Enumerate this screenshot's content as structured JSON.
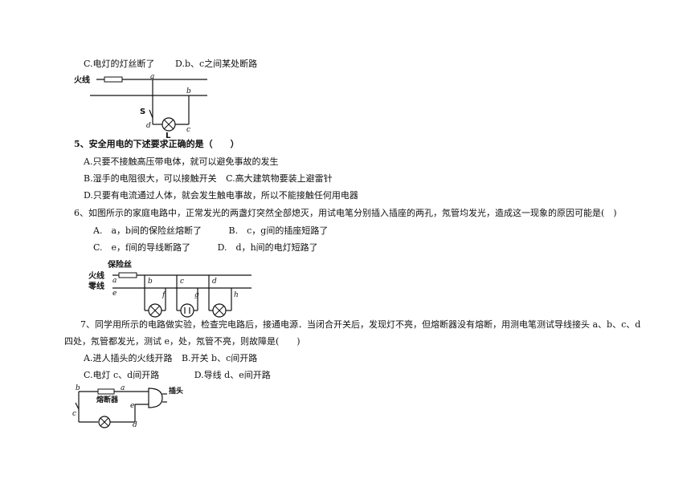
{
  "q4": {
    "opt_c": "C.电灯的灯丝断了",
    "opt_d": "D.b、c之间某处断路",
    "fig": {
      "live": "火线",
      "a": "a",
      "b": "b",
      "s": "S",
      "d": "d",
      "c": "c",
      "l": "L"
    }
  },
  "q5": {
    "stem": "5、安全用电的下述要求正确的是（　　）",
    "opt_a": "A.只要不接触高压带电体，就可以避免事故的发生",
    "opt_b": "B.湿手的电阻很大，可以接触开关",
    "opt_c": "C.高大建筑物要装上避雷针",
    "opt_d": "D.只要有电流通过人体，就会发生触电事故，所以不能接触任何用电器"
  },
  "q6": {
    "stem": "6、如图所示的家庭电路中，正常发光的两盏灯突然全部熄灭，用试电笔分别插入插座的两孔，氖管均发光，造成这一现象的原因可能是(　)",
    "opt_a": "A.　a，b间的保险丝熔断了",
    "opt_b": "B.　c，g间的插座短路了",
    "opt_c": "C.　e，f间的导线断路了",
    "opt_d": "D.　d，h间的电灯短路了",
    "fig": {
      "fuse": "保险丝",
      "live": "火线",
      "neutral": "零线",
      "a": "a",
      "b": "b",
      "c": "c",
      "d": "d",
      "e": "e",
      "f": "f",
      "g": "g",
      "h": "h"
    }
  },
  "q7": {
    "stem_line1": "7、同学用所示的电路做实验，检查完电路后，接通电源．当闭合开关后，发现灯不亮，但熔断器没有熔断，用测电笔测试导线接头 a、b、c、d",
    "stem_line2": "四处，氖管都发光，测试 e，处，氖管不亮，则故障是(　　)",
    "opt_a": "A.进人插头的火线开路",
    "opt_b": "B.开关 b、c间开路",
    "opt_c": "C.电灯 c、d间开路",
    "opt_d": "D.导线 d、e间开路",
    "fig": {
      "fuse": "熔断器",
      "plug": "插头",
      "a": "a",
      "b": "b",
      "c": "c",
      "d": "d",
      "e": "e"
    }
  }
}
